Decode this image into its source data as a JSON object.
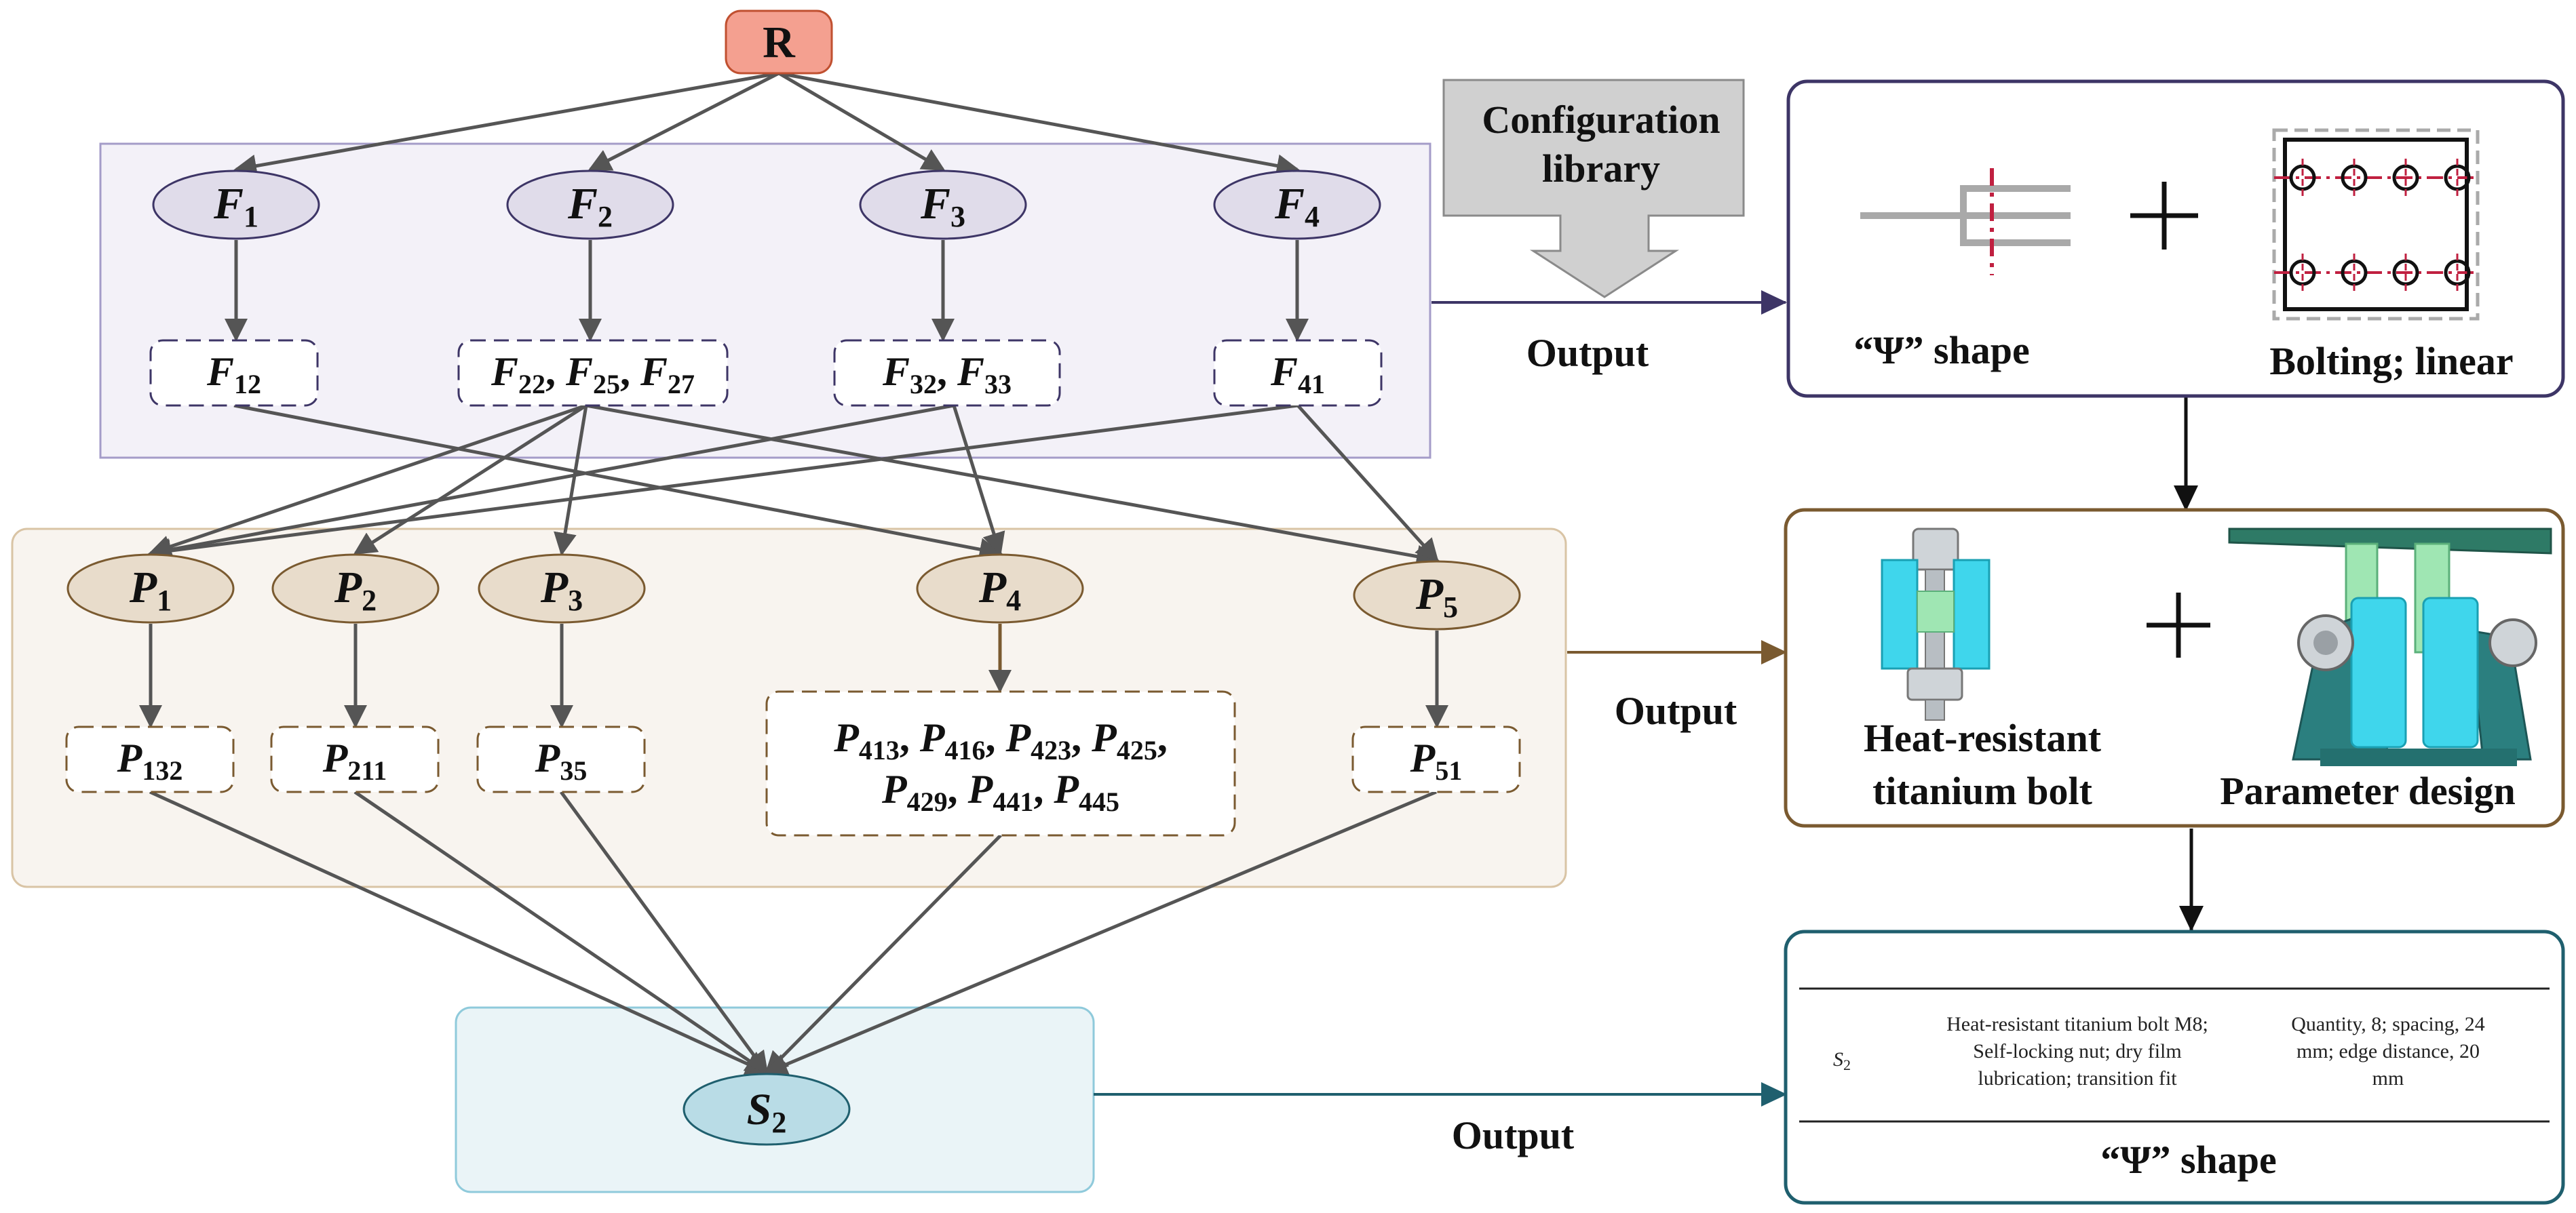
{
  "root": {
    "label": "R"
  },
  "functions": [
    {
      "main": "F",
      "sub": "1"
    },
    {
      "main": "F",
      "sub": "2"
    },
    {
      "main": "F",
      "sub": "3"
    },
    {
      "main": "F",
      "sub": "4"
    }
  ],
  "function_details": [
    {
      "parts": [
        [
          "F",
          "12"
        ]
      ]
    },
    {
      "parts": [
        [
          "F",
          "22"
        ],
        [
          "F",
          "25"
        ],
        [
          "F",
          "27"
        ]
      ]
    },
    {
      "parts": [
        [
          "F",
          "32"
        ],
        [
          "F",
          "33"
        ]
      ]
    },
    {
      "parts": [
        [
          "F",
          "41"
        ]
      ]
    }
  ],
  "principles": [
    {
      "main": "P",
      "sub": "1"
    },
    {
      "main": "P",
      "sub": "2"
    },
    {
      "main": "P",
      "sub": "3"
    },
    {
      "main": "P",
      "sub": "4"
    },
    {
      "main": "P",
      "sub": "5"
    }
  ],
  "principle_details": [
    {
      "parts": [
        [
          "P",
          "132"
        ]
      ]
    },
    {
      "parts": [
        [
          "P",
          "211"
        ]
      ]
    },
    {
      "parts": [
        [
          "P",
          "35"
        ]
      ]
    },
    {
      "parts": [
        [
          "P",
          "413"
        ],
        [
          "P",
          "416"
        ],
        [
          "P",
          "423"
        ],
        [
          "P",
          "425"
        ],
        [
          "P",
          "429"
        ],
        [
          "P",
          "441"
        ],
        [
          "P",
          "445"
        ]
      ]
    },
    {
      "parts": [
        [
          "P",
          "51"
        ]
      ]
    }
  ],
  "solution": {
    "main": "S",
    "sub": "2"
  },
  "config_library": {
    "line1": "Configuration",
    "line2": "library"
  },
  "outputs": {
    "label1": "Output",
    "label2": "Output",
    "label3": "Output"
  },
  "panel1": {
    "left_caption": "“Ψ” shape",
    "right_caption": "Bolting; linear"
  },
  "panel2": {
    "left_caption_line1": "Heat-resistant",
    "left_caption_line2": "titanium bolt",
    "right_caption": "Parameter design"
  },
  "panel3": {
    "row_label_main": "S",
    "row_label_sub": "2",
    "col1": [
      "Heat-resistant titanium bolt M8;",
      "Self-locking nut; dry film",
      "lubrication; transition fit"
    ],
    "col2": [
      "Quantity, 8; spacing, 24",
      "mm; edge distance, 20",
      "mm"
    ],
    "caption": "“Ψ” shape"
  },
  "colors": {
    "root_fill": "#f4a090",
    "function_fill": "#e0dcea",
    "function_band": "#f3f1f8",
    "principle_fill": "#e8dccb",
    "principle_band": "#f8f4ef",
    "solution_fill": "#b9dce6",
    "solution_band": "#eaf4f7",
    "arrow": "#555555"
  }
}
